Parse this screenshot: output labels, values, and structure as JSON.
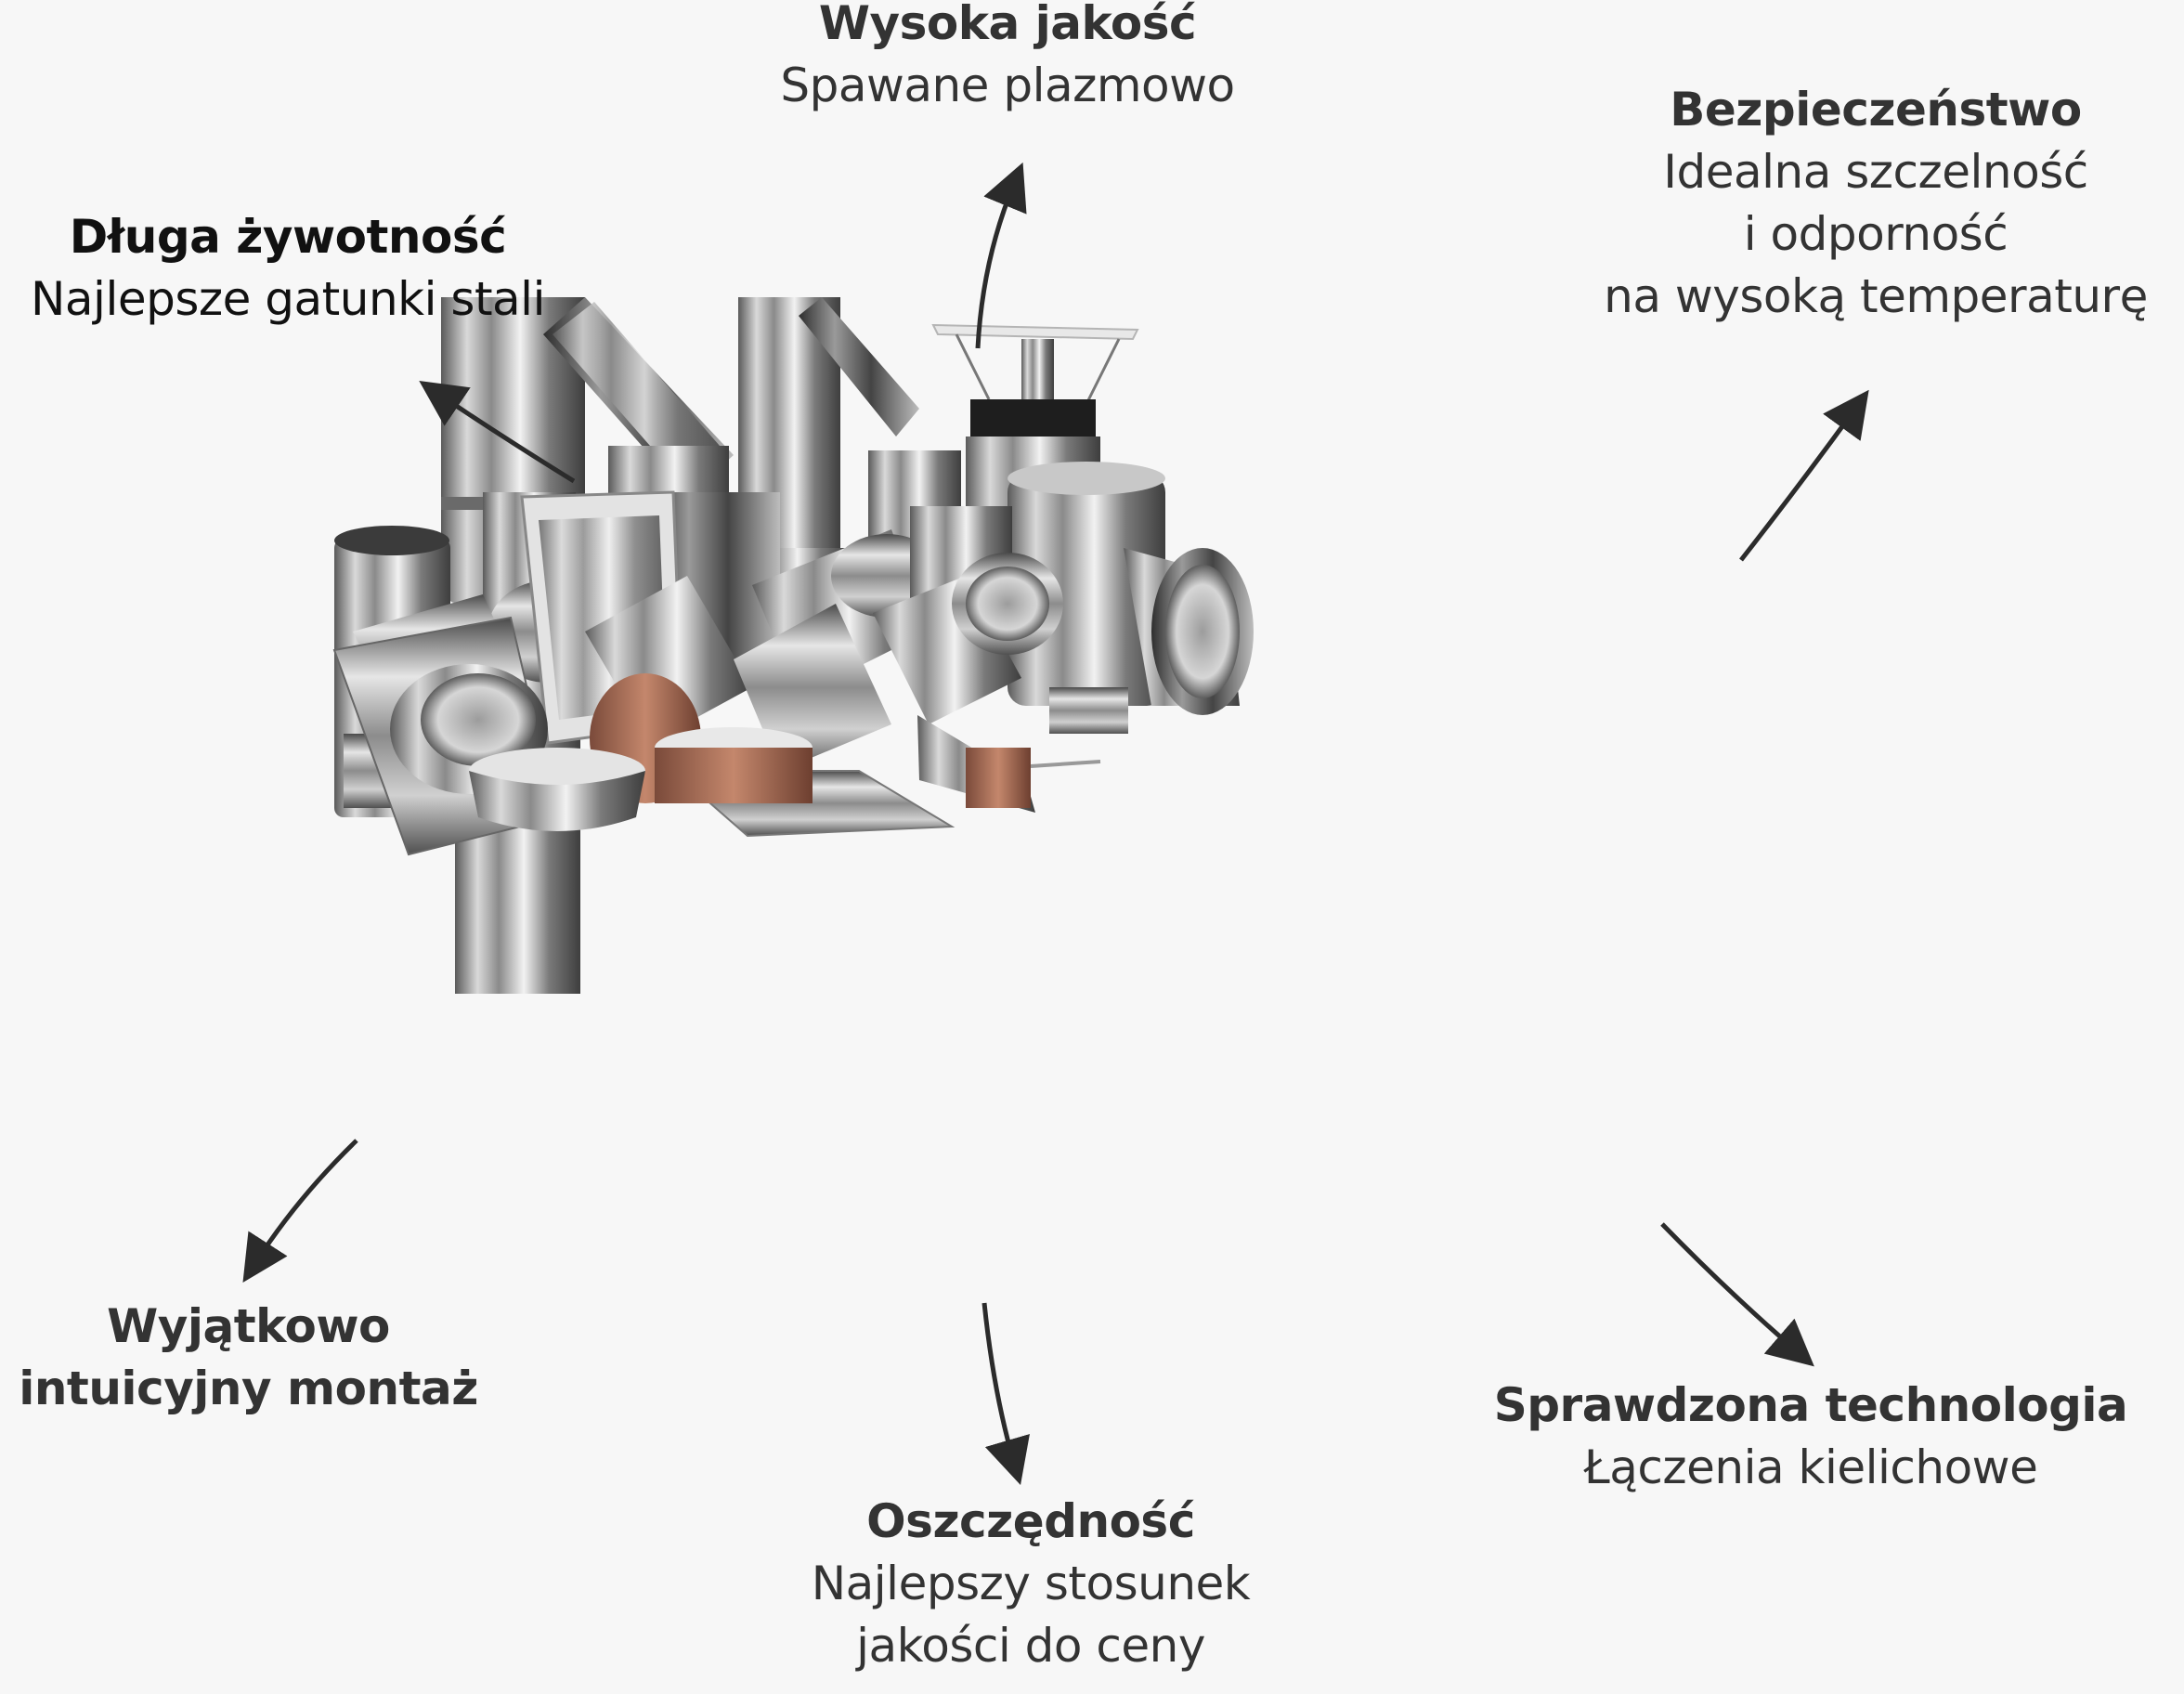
{
  "background_color": "#f7f7f7",
  "text_color": "#333333",
  "arrow_color": "#2b2b2b",
  "callouts": {
    "quality": {
      "title": "Wysoka jakość",
      "subtitle": "Spawane plazmowo"
    },
    "safety": {
      "title": "Bezpieczeństwo",
      "subtitle_lines": [
        "Idealna szczelność",
        "i odporność",
        "na wysoką temperaturę"
      ]
    },
    "durability": {
      "title": "Długa żywotność",
      "subtitle": "Najlepsze gatunki stali"
    },
    "installation": {
      "title_lines": [
        "Wyjątkowo",
        "intuicyjny montaż"
      ]
    },
    "savings": {
      "title": "Oszczędność",
      "subtitle_lines": [
        "Najlepszy stosunek",
        "jakości do ceny"
      ]
    },
    "technology": {
      "title": "Sprawdzona technologia",
      "subtitle": "Łączenia kielichowe"
    }
  },
  "product_image": {
    "description": "Assortment of stainless steel chimney flue fittings: tees, elbows, pipes, chimney cap, cleanout doors, roof plates, oval caps"
  },
  "arrows": [
    {
      "target": "durability",
      "direction": "up-left"
    },
    {
      "target": "quality",
      "direction": "up"
    },
    {
      "target": "safety",
      "direction": "up-right"
    },
    {
      "target": "installation",
      "direction": "down-left"
    },
    {
      "target": "savings",
      "direction": "down"
    },
    {
      "target": "technology",
      "direction": "down-right"
    }
  ]
}
